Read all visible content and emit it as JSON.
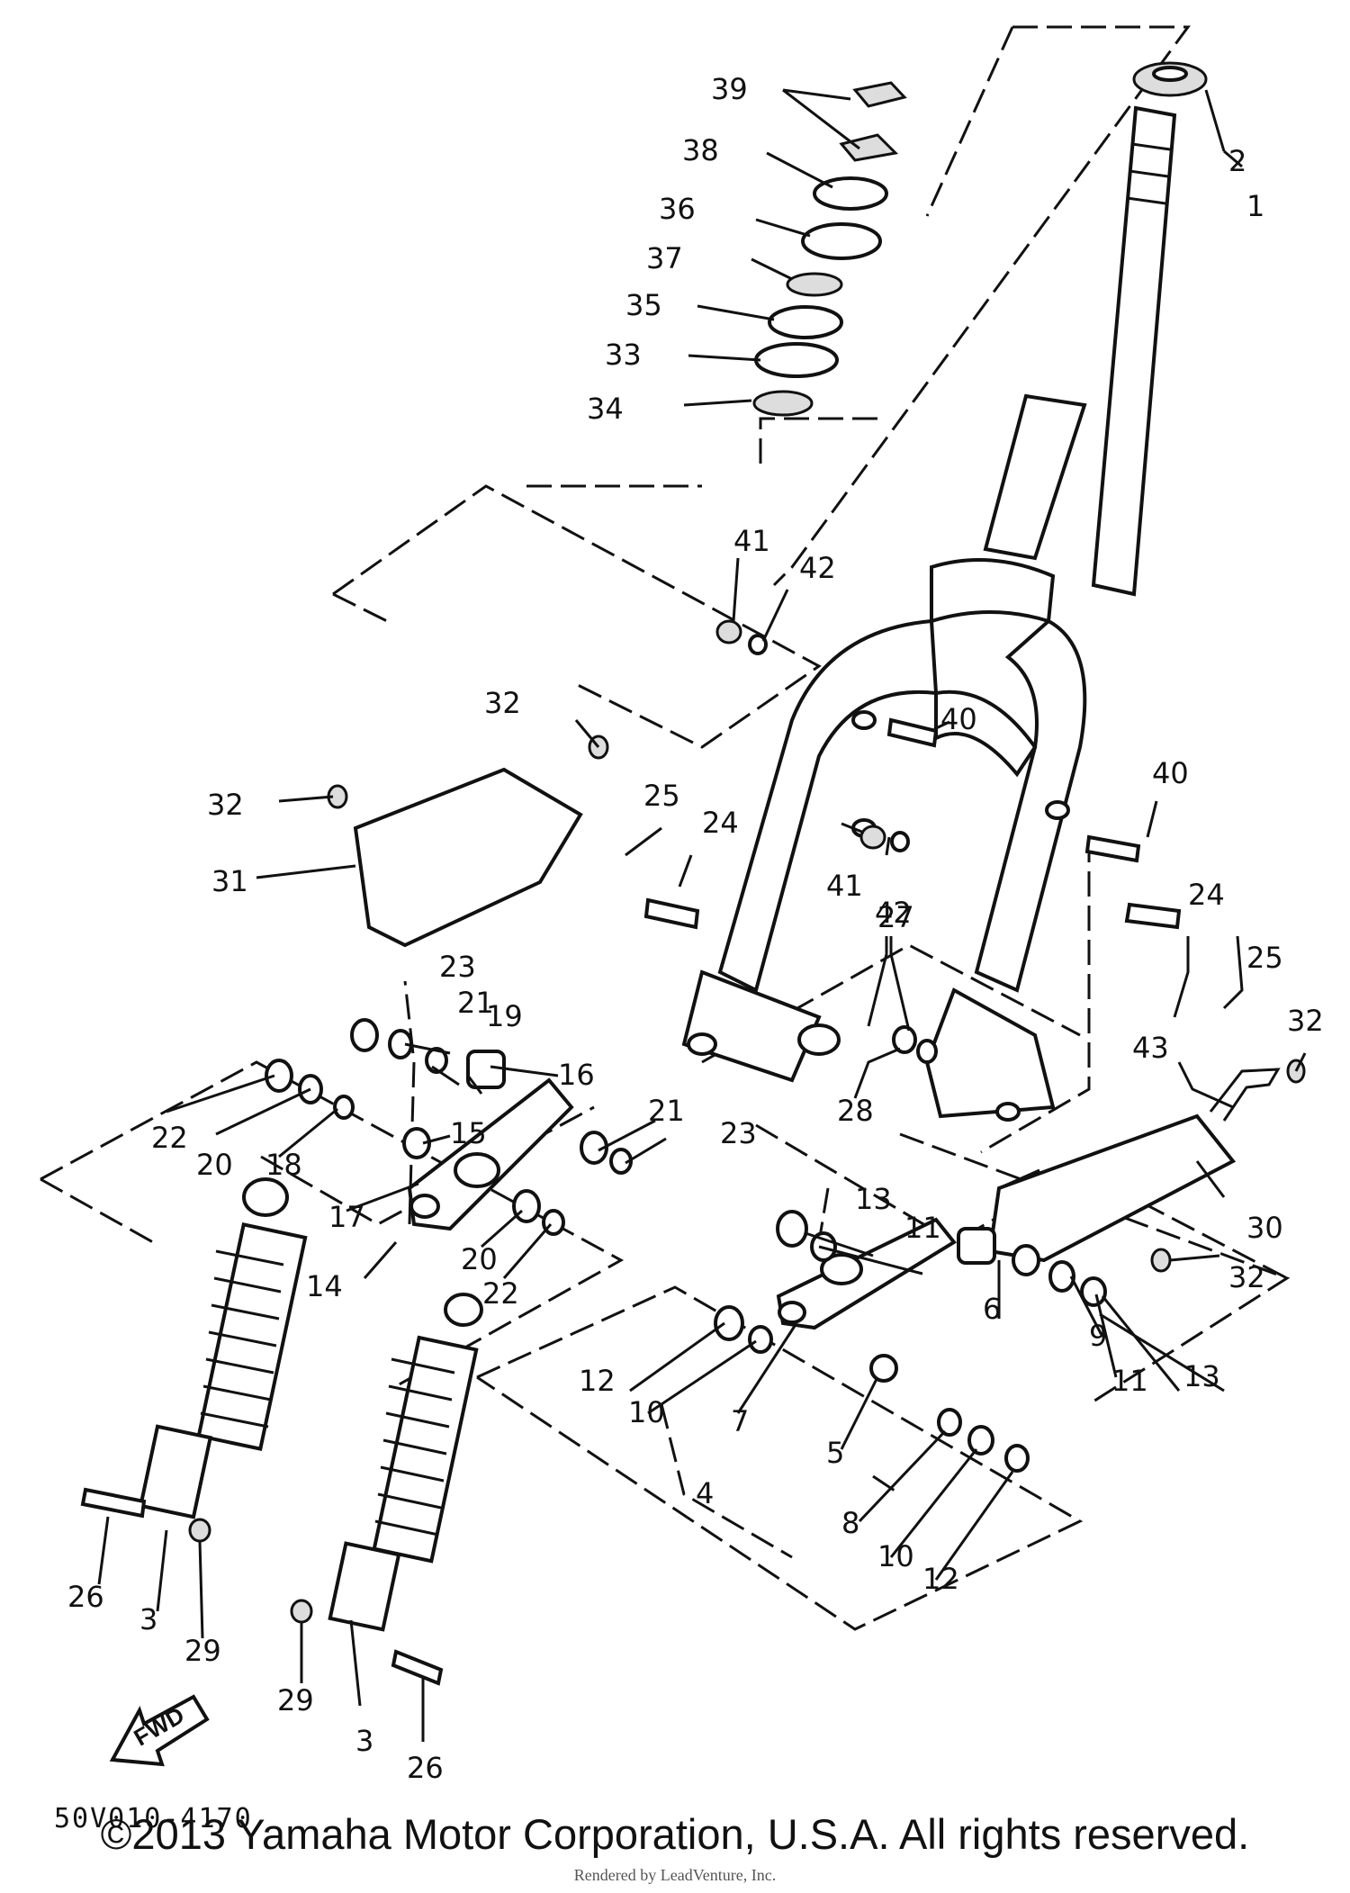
{
  "diagram": {
    "callouts": [
      "1",
      "2",
      "3",
      "3",
      "4",
      "5",
      "6",
      "7",
      "8",
      "9",
      "10",
      "10",
      "11",
      "11",
      "12",
      "12",
      "13",
      "13",
      "14",
      "15",
      "16",
      "17",
      "18",
      "19",
      "20",
      "20",
      "21",
      "21",
      "22",
      "22",
      "23",
      "23",
      "24",
      "24",
      "25",
      "25",
      "26",
      "26",
      "27",
      "28",
      "29",
      "29",
      "30",
      "31",
      "32",
      "32",
      "32",
      "32",
      "33",
      "34",
      "35",
      "36",
      "37",
      "38",
      "39",
      "40",
      "40",
      "41",
      "41",
      "42",
      "42",
      "43"
    ],
    "part_code": "50V010-4170",
    "fwd_label": "FWD"
  },
  "footer": {
    "copyright": "©2013 Yamaha Motor Corporation, U.S.A. All rights reserved.",
    "rendered_by": "Rendered by LeadVenture, Inc."
  }
}
